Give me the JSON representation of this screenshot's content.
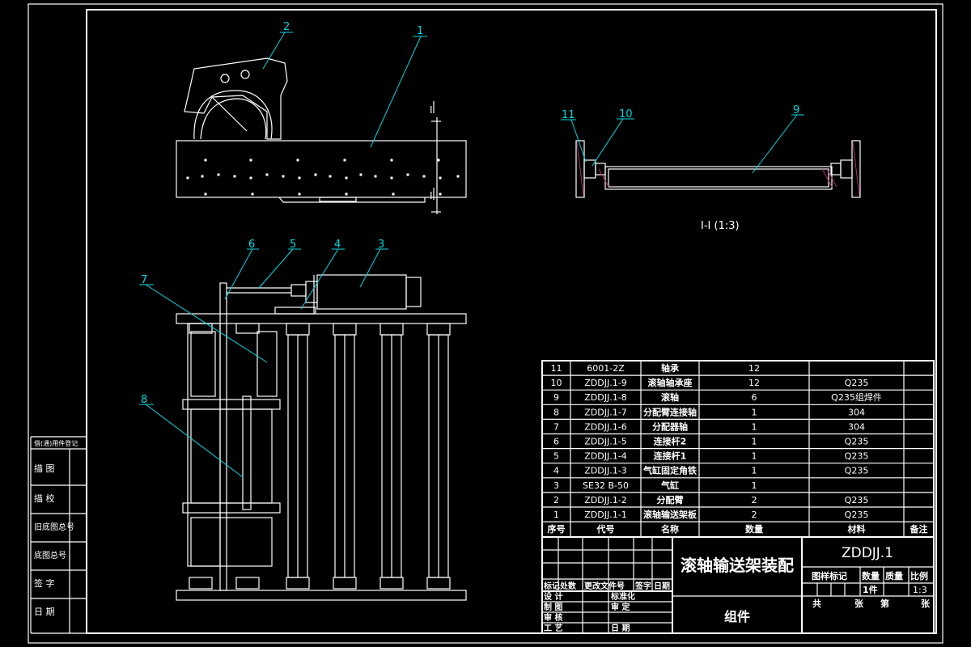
{
  "drawing": {
    "title": "滚轴输送架装配",
    "subtitle": "组件",
    "code": "ZDDJJ.1",
    "section_label": "I-I (1:3)",
    "section_mark": "I",
    "scale": "1:3",
    "quantity": "1件",
    "callouts": [
      "1",
      "2",
      "3",
      "4",
      "5",
      "6",
      "7",
      "8",
      "9",
      "10",
      "11"
    ]
  },
  "bom": {
    "headers": [
      "序号",
      "代号",
      "名称",
      "数量",
      "材料",
      "备注"
    ],
    "rows": [
      {
        "no": "11",
        "code": "6001-2Z",
        "name": "轴承",
        "qty": "12",
        "mat": "",
        "note": ""
      },
      {
        "no": "10",
        "code": "ZDDJJ.1-9",
        "name": "滚轴轴承座",
        "qty": "12",
        "mat": "Q235",
        "note": ""
      },
      {
        "no": "9",
        "code": "ZDDJJ.1-8",
        "name": "滚轴",
        "qty": "6",
        "mat": "Q235组焊件",
        "note": ""
      },
      {
        "no": "8",
        "code": "ZDDJJ.1-7",
        "name": "分配臂连接轴",
        "qty": "1",
        "mat": "304",
        "note": ""
      },
      {
        "no": "7",
        "code": "ZDDJJ.1-6",
        "name": "分配器轴",
        "qty": "1",
        "mat": "304",
        "note": ""
      },
      {
        "no": "6",
        "code": "ZDDJJ.1-5",
        "name": "连接杆2",
        "qty": "1",
        "mat": "Q235",
        "note": ""
      },
      {
        "no": "5",
        "code": "ZDDJJ.1-4",
        "name": "连接杆1",
        "qty": "1",
        "mat": "Q235",
        "note": ""
      },
      {
        "no": "4",
        "code": "ZDDJJ.1-3",
        "name": "气缸固定角铁",
        "qty": "1",
        "mat": "Q235",
        "note": ""
      },
      {
        "no": "3",
        "code": "SE32 B-50",
        "name": "气缸",
        "qty": "1",
        "mat": "",
        "note": ""
      },
      {
        "no": "2",
        "code": "ZDDJJ.1-2",
        "name": "分配臂",
        "qty": "2",
        "mat": "Q235",
        "note": ""
      },
      {
        "no": "1",
        "code": "ZDDJJ.1-1",
        "name": "滚轴输送架板",
        "qty": "2",
        "mat": "Q235",
        "note": ""
      }
    ]
  },
  "title_block": {
    "rev_headers": [
      "标记",
      "处数",
      "更改文件号",
      "签字",
      "日期"
    ],
    "roles": [
      "设 计",
      "制 图",
      "审 核",
      "工 艺"
    ],
    "standard": "标准化",
    "approve": "审 定",
    "date": "日 期",
    "sheet_headers": [
      "图样标记",
      "数量",
      "质量",
      "比例"
    ],
    "sheets": [
      "共",
      "张",
      "第",
      "张"
    ]
  },
  "side_column": {
    "header": "借(通)用件登记",
    "labels": [
      "描 图",
      "描 校",
      "旧底图总号",
      "底图总号",
      "签 字",
      "日 期"
    ]
  }
}
